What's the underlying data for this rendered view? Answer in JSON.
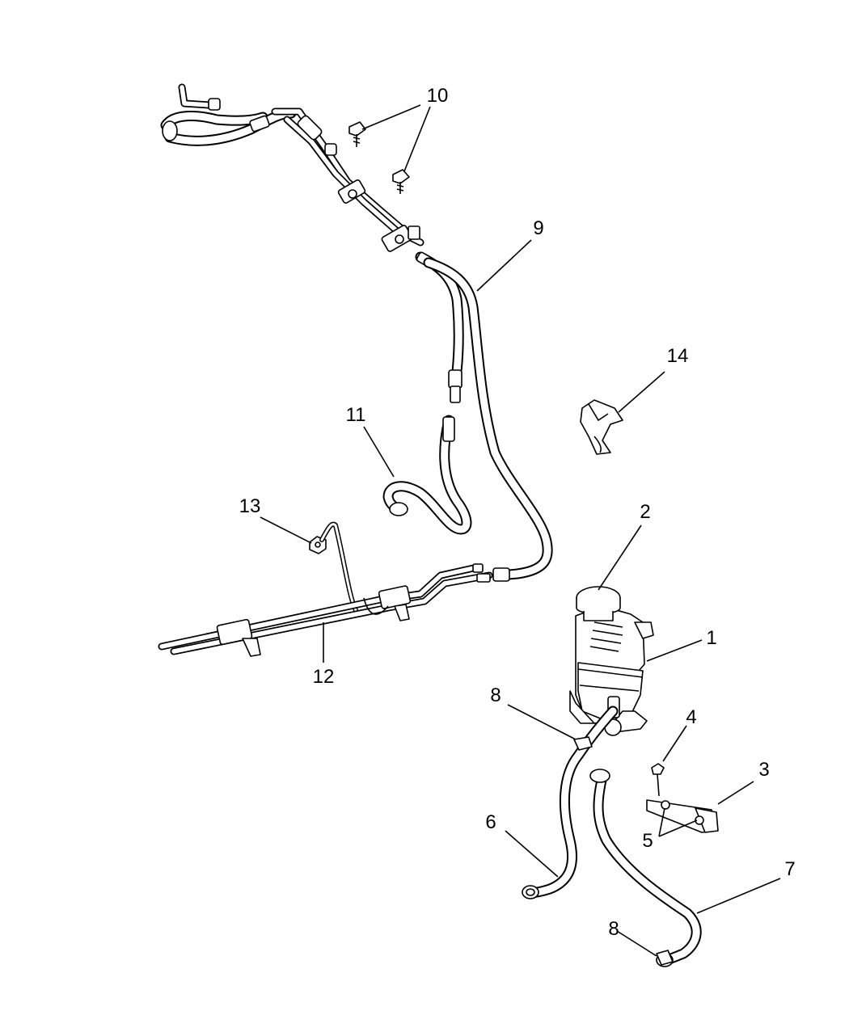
{
  "diagram": {
    "callouts": [
      {
        "id": "c1",
        "label": "1"
      },
      {
        "id": "c2",
        "label": "2"
      },
      {
        "id": "c3",
        "label": "3"
      },
      {
        "id": "c4",
        "label": "4"
      },
      {
        "id": "c5",
        "label": "5"
      },
      {
        "id": "c6",
        "label": "6"
      },
      {
        "id": "c7",
        "label": "7"
      },
      {
        "id": "c8a",
        "label": "8"
      },
      {
        "id": "c8b",
        "label": "8"
      },
      {
        "id": "c9",
        "label": "9"
      },
      {
        "id": "c10",
        "label": "10"
      },
      {
        "id": "c11",
        "label": "11"
      },
      {
        "id": "c12",
        "label": "12"
      },
      {
        "id": "c13",
        "label": "13"
      },
      {
        "id": "c14",
        "label": "14"
      }
    ]
  }
}
